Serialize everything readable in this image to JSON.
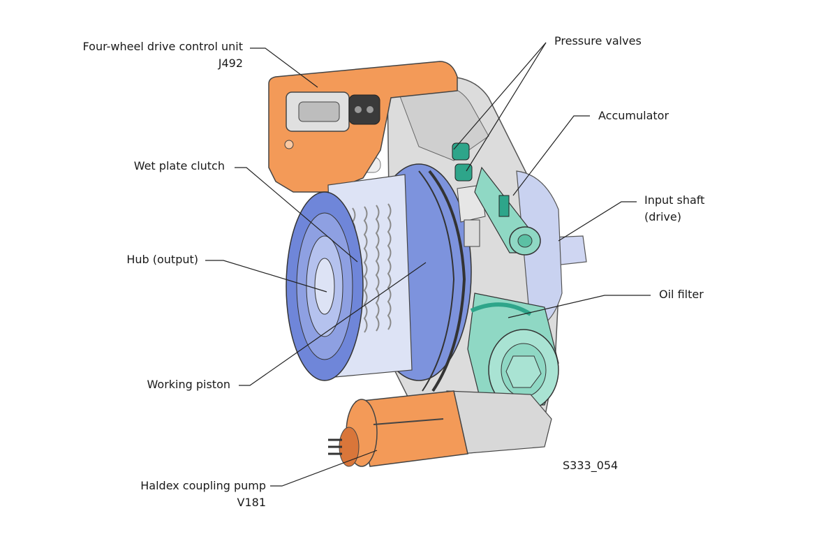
{
  "labels": {
    "control_unit": {
      "line1": "Four-wheel drive control unit",
      "line2": "J492"
    },
    "pressure_valves": "Pressure valves",
    "accumulator": "Accumulator",
    "wet_plate_clutch": "Wet plate clutch",
    "input_shaft": {
      "line1": "Input shaft",
      "line2": "(drive)"
    },
    "hub_output": "Hub (output)",
    "oil_filter": "Oil filter",
    "working_piston": "Working piston",
    "pump": {
      "line1": "Haldex coupling pump",
      "line2": "V181"
    }
  },
  "figure_code": "S333_054",
  "colors": {
    "orange": "#f39a58",
    "orange_dark": "#d9763a",
    "blue": "#6f86d9",
    "blue_light": "#c9d2f0",
    "green": "#8fd8c4",
    "green_dark": "#2ea58a",
    "grey": "#d8d8d8",
    "grey_dark": "#9a9a9a"
  }
}
